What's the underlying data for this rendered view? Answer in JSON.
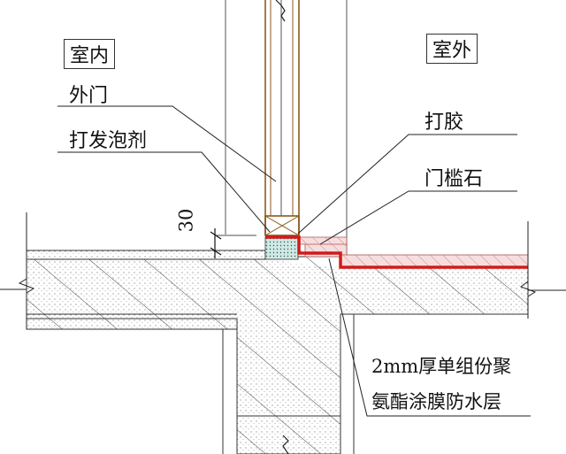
{
  "labels": {
    "indoor": "室内",
    "outdoor": "室外",
    "exterior_door": "外门",
    "foam": "打发泡剂",
    "sealant": "打胶",
    "threshold_stone": "门槛石",
    "dimension": "30",
    "membrane_line1": "2mm厚单组份聚",
    "membrane_line2": "氨酯涂膜防水层"
  },
  "colors": {
    "membrane": "#d11a1a",
    "door_frame": "#8a5a1c",
    "threshold_fill": "#f7dede",
    "foam_fill": "#cfe9e4"
  }
}
